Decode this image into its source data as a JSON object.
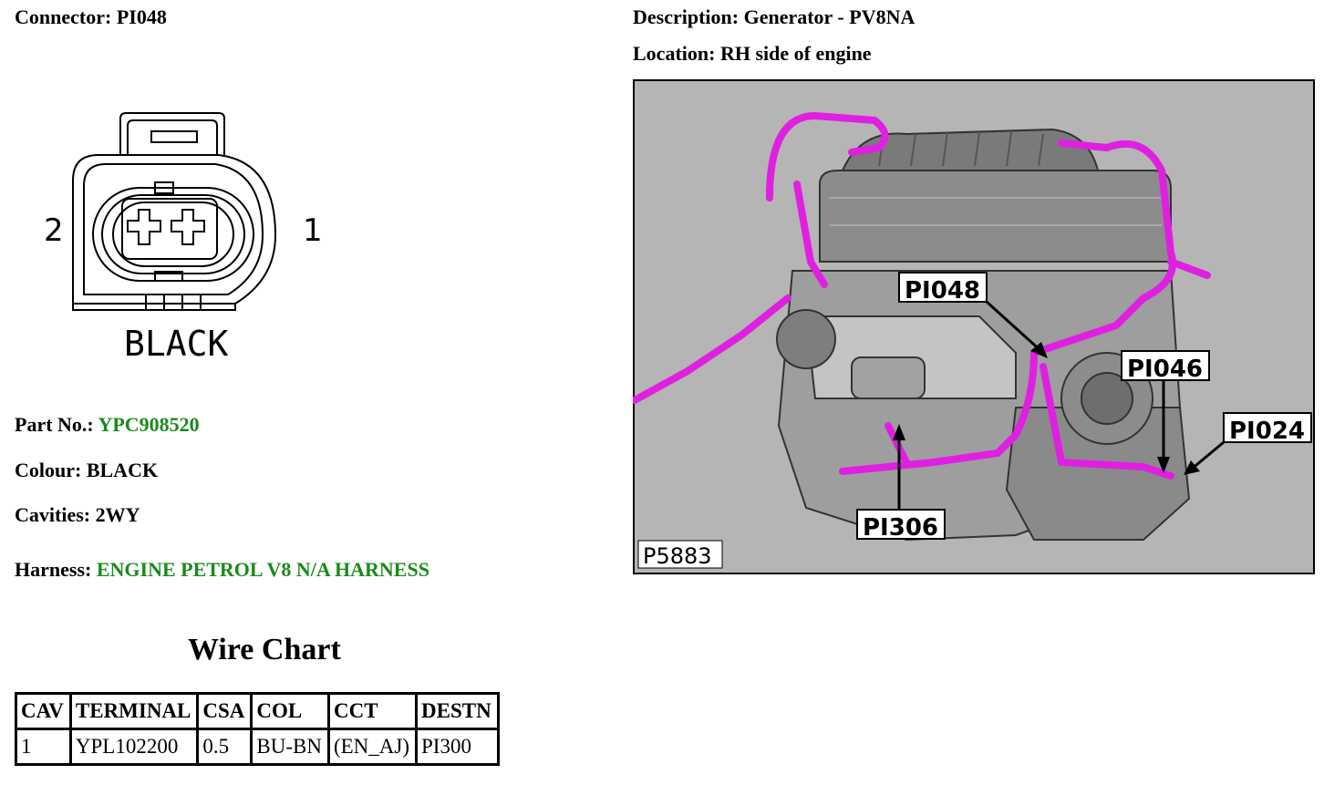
{
  "connector": {
    "label": "Connector:",
    "value": "PI048"
  },
  "description": {
    "label": "Description:",
    "value": "Generator - PV8NA"
  },
  "location": {
    "label": "Location:",
    "value": "RH side of engine"
  },
  "connector_diagram": {
    "pin_left": "2",
    "pin_right": "1",
    "color_label": "BLACK"
  },
  "part_no": {
    "label": "Part No.:",
    "value": "YPC908520",
    "link_color": "#1a8a1a"
  },
  "colour": {
    "label": "Colour:",
    "value": "BLACK"
  },
  "cavities": {
    "label": "Cavities:",
    "value": "2WY"
  },
  "harness": {
    "label": "Harness:",
    "value": "ENGINE PETROL V8 N/A HARNESS"
  },
  "engine_image": {
    "callouts": [
      "PI048",
      "PI046",
      "PI024",
      "PI306"
    ],
    "figure_id": "P5883",
    "harness_color": "#e020e0"
  },
  "wire_chart": {
    "title": "Wire Chart",
    "headers": [
      "CAV",
      "TERMINAL",
      "CSA",
      "COL",
      "CCT",
      "DESTN"
    ],
    "rows": [
      [
        "1",
        "YPL102200",
        "0.5",
        "BU-BN",
        "(EN_AJ)",
        "PI300"
      ]
    ]
  }
}
